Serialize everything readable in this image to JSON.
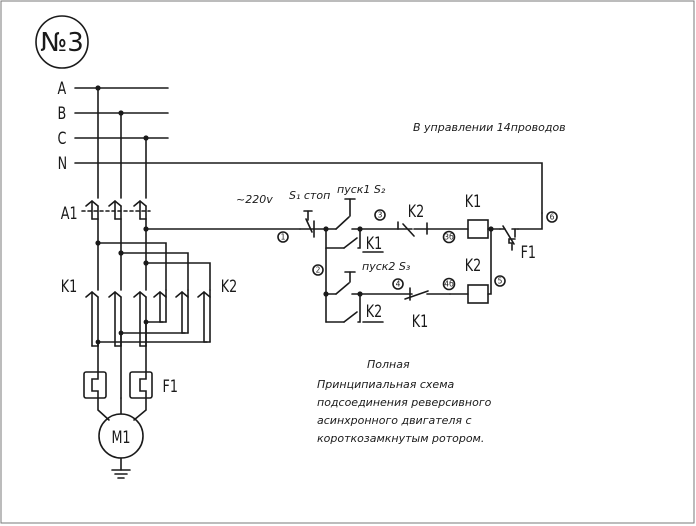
{
  "sheet": {
    "number": "№3"
  },
  "bus": {
    "a": "A",
    "b": "B",
    "c": "C",
    "n": "N"
  },
  "devices": {
    "breaker": "A1",
    "contactor_1": "K1",
    "contactor_2": "K2",
    "relay": "F1",
    "motor": "M1"
  },
  "control": {
    "wires_note": "В управлении 14проводов",
    "voltage": "~220v",
    "stop_button": "S₁ стоп",
    "start1_button": "пуск1 S₂",
    "start2_button": "пуск2 S₃",
    "k1_hold": "K1",
    "k2_hold": "K2",
    "k2_interlock": "K2",
    "k1_interlock": "K1",
    "coil_k1": "K1",
    "coil_k2": "K2",
    "relay_contact": "F1"
  },
  "nodes": {
    "n1": "1",
    "n2": "2",
    "n3": "3",
    "n3b": "3б",
    "n4": "4",
    "n4b": "4б",
    "n5": "5",
    "n6": "6"
  },
  "caption": {
    "line1": "Полная",
    "line2": "Принципиальная схема",
    "line3": "подсоединения реверсивного",
    "line4": "асинхронного двигателя с",
    "line5": "короткозамкнутым ротором."
  }
}
